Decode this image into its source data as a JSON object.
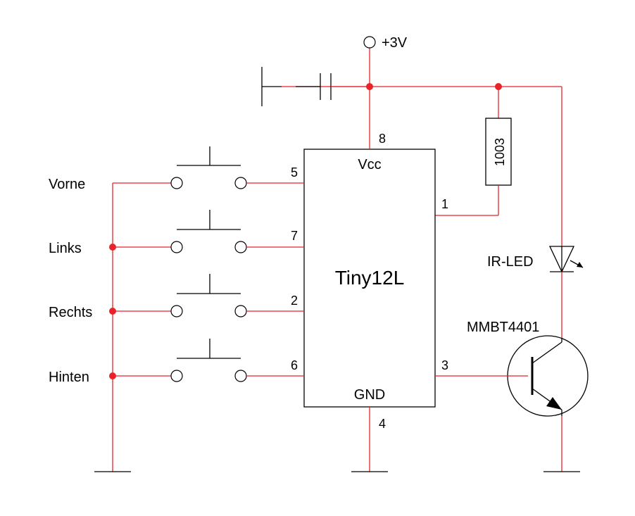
{
  "supply": {
    "label": "+3V"
  },
  "chip": {
    "name": "Tiny12L",
    "vcc_label": "Vcc",
    "gnd_label": "GND",
    "pins": {
      "vcc": "8",
      "gnd": "4",
      "p5": "5",
      "p7": "7",
      "p2": "2",
      "p6": "6",
      "p1": "1",
      "p3": "3"
    }
  },
  "resistor": {
    "value": "1003"
  },
  "led": {
    "label": "IR-LED"
  },
  "transistor": {
    "label": "MMBT4401"
  },
  "buttons": [
    {
      "label": "Vorne"
    },
    {
      "label": "Links"
    },
    {
      "label": "Rechts"
    },
    {
      "label": "Hinten"
    }
  ],
  "colors": {
    "wire": "#e8232a",
    "component": "#000000",
    "junction": "#e8232a"
  }
}
